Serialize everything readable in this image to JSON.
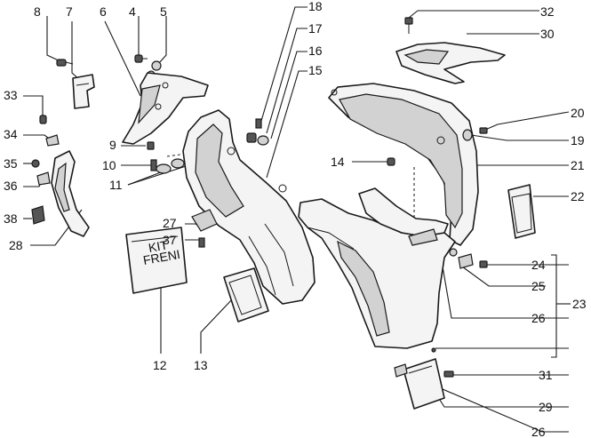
{
  "diagram": {
    "callouts": [
      {
        "id": "c8",
        "number": "8"
      },
      {
        "id": "c7",
        "number": "7"
      },
      {
        "id": "c6",
        "number": "6"
      },
      {
        "id": "c4",
        "number": "4"
      },
      {
        "id": "c5",
        "number": "5"
      },
      {
        "id": "c18",
        "number": "18"
      },
      {
        "id": "c17",
        "number": "17"
      },
      {
        "id": "c16",
        "number": "16"
      },
      {
        "id": "c15",
        "number": "15"
      },
      {
        "id": "c32",
        "number": "32"
      },
      {
        "id": "c30",
        "number": "30"
      },
      {
        "id": "c33",
        "number": "33"
      },
      {
        "id": "c34",
        "number": "34"
      },
      {
        "id": "c35",
        "number": "35"
      },
      {
        "id": "c36",
        "number": "36"
      },
      {
        "id": "c38",
        "number": "38"
      },
      {
        "id": "c28",
        "number": "28"
      },
      {
        "id": "c9",
        "number": "9"
      },
      {
        "id": "c10",
        "number": "10"
      },
      {
        "id": "c11",
        "number": "11"
      },
      {
        "id": "c27",
        "number": "27"
      },
      {
        "id": "c37",
        "number": "37"
      },
      {
        "id": "c12",
        "number": "12"
      },
      {
        "id": "c13",
        "number": "13"
      },
      {
        "id": "c14",
        "number": "14"
      },
      {
        "id": "c20",
        "number": "20"
      },
      {
        "id": "c19",
        "number": "19"
      },
      {
        "id": "c21",
        "number": "21"
      },
      {
        "id": "c22",
        "number": "22"
      },
      {
        "id": "c24",
        "number": "24"
      },
      {
        "id": "c25",
        "number": "25"
      },
      {
        "id": "c23",
        "number": "23"
      },
      {
        "id": "c26a",
        "number": "26"
      },
      {
        "id": "c31",
        "number": "31"
      },
      {
        "id": "c29",
        "number": "29"
      },
      {
        "id": "c26b",
        "number": "26"
      }
    ],
    "kit_label_line1": "KIT",
    "kit_label_line2": "FRENI"
  }
}
